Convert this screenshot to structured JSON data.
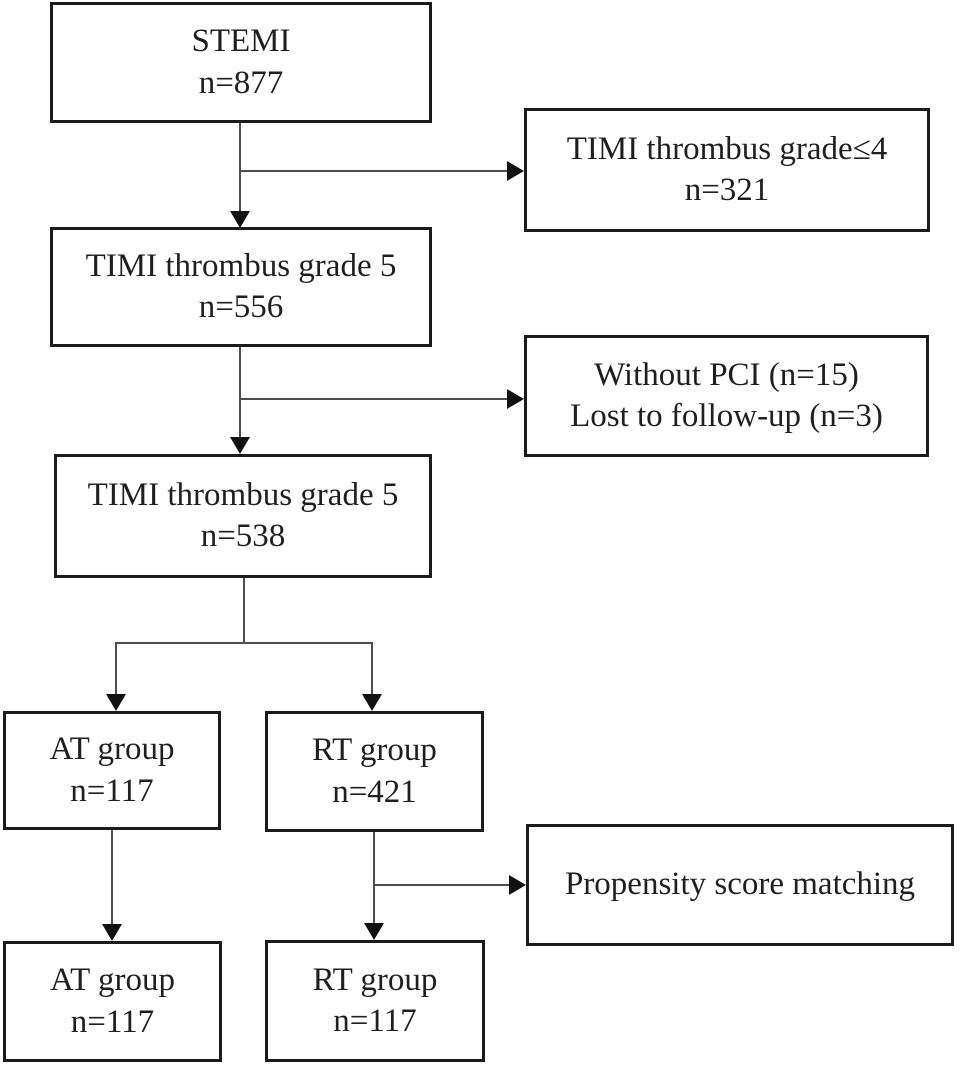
{
  "diagram": {
    "type": "flowchart",
    "nodes": {
      "stemi": {
        "line1": "STEMI",
        "line2": "n=877"
      },
      "timi_grade_le4": {
        "line1": "TIMI thrombus grade≤4",
        "line2": "n=321"
      },
      "timi_grade5_initial": {
        "line1": "TIMI thrombus grade 5",
        "line2": "n=556"
      },
      "excluded": {
        "line1": "Without PCI (n=15)",
        "line2": "Lost to follow-up (n=3)"
      },
      "timi_grade5_final": {
        "line1": "TIMI thrombus grade 5",
        "line2": "n=538"
      },
      "at_group_pre": {
        "line1": "AT group",
        "line2": "n=117"
      },
      "rt_group_pre": {
        "line1": "RT group",
        "line2": "n=421"
      },
      "propensity": {
        "line1": "Propensity score matching"
      },
      "at_group_matched": {
        "line1": "AT group",
        "line2": "n=117"
      },
      "rt_group_matched": {
        "line1": "RT group",
        "line2": "n=117"
      }
    },
    "colors": {
      "box_border": "#1b1b1b",
      "text": "#1f1f1f",
      "connector": "#4d4d4d",
      "arrowhead": "#111111",
      "background": "#ffffff"
    }
  }
}
